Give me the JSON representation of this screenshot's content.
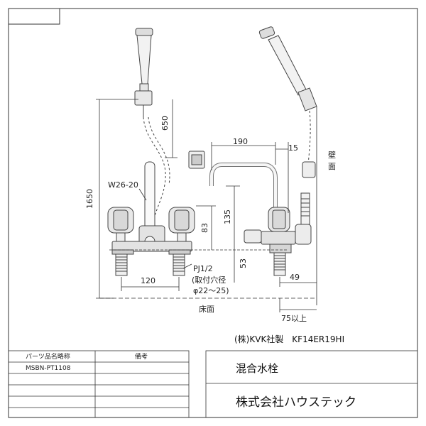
{
  "dimensions": {
    "shower_height": "650",
    "total_height": "1650",
    "spout_reach": "190",
    "spout_offset": "15",
    "spout_height": "135",
    "handle_height": "83",
    "body_height": "53",
    "pitch": "120",
    "wall_offset": "49",
    "min_clearance": "75以上"
  },
  "labels": {
    "hose_thread": "W26-20",
    "pipe_thread": "PJ1/2",
    "mount_hole_line1": "(取付穴径",
    "mount_hole_line2": "φ22～25)",
    "floor": "床面",
    "wall_line1": "壁",
    "wall_line2": "面"
  },
  "maker_line": "(株)KVK社製　KF14ER19HI",
  "parts_table": {
    "header_name": "パーツ品名略称",
    "header_note": "備考",
    "rows": [
      {
        "name": "MSBN-PT1108",
        "note": ""
      },
      {
        "name": "",
        "note": ""
      },
      {
        "name": "",
        "note": ""
      },
      {
        "name": "",
        "note": ""
      },
      {
        "name": "",
        "note": ""
      }
    ]
  },
  "title_block": {
    "product_name": "混合水栓",
    "company": "株式会社ハウステック"
  }
}
